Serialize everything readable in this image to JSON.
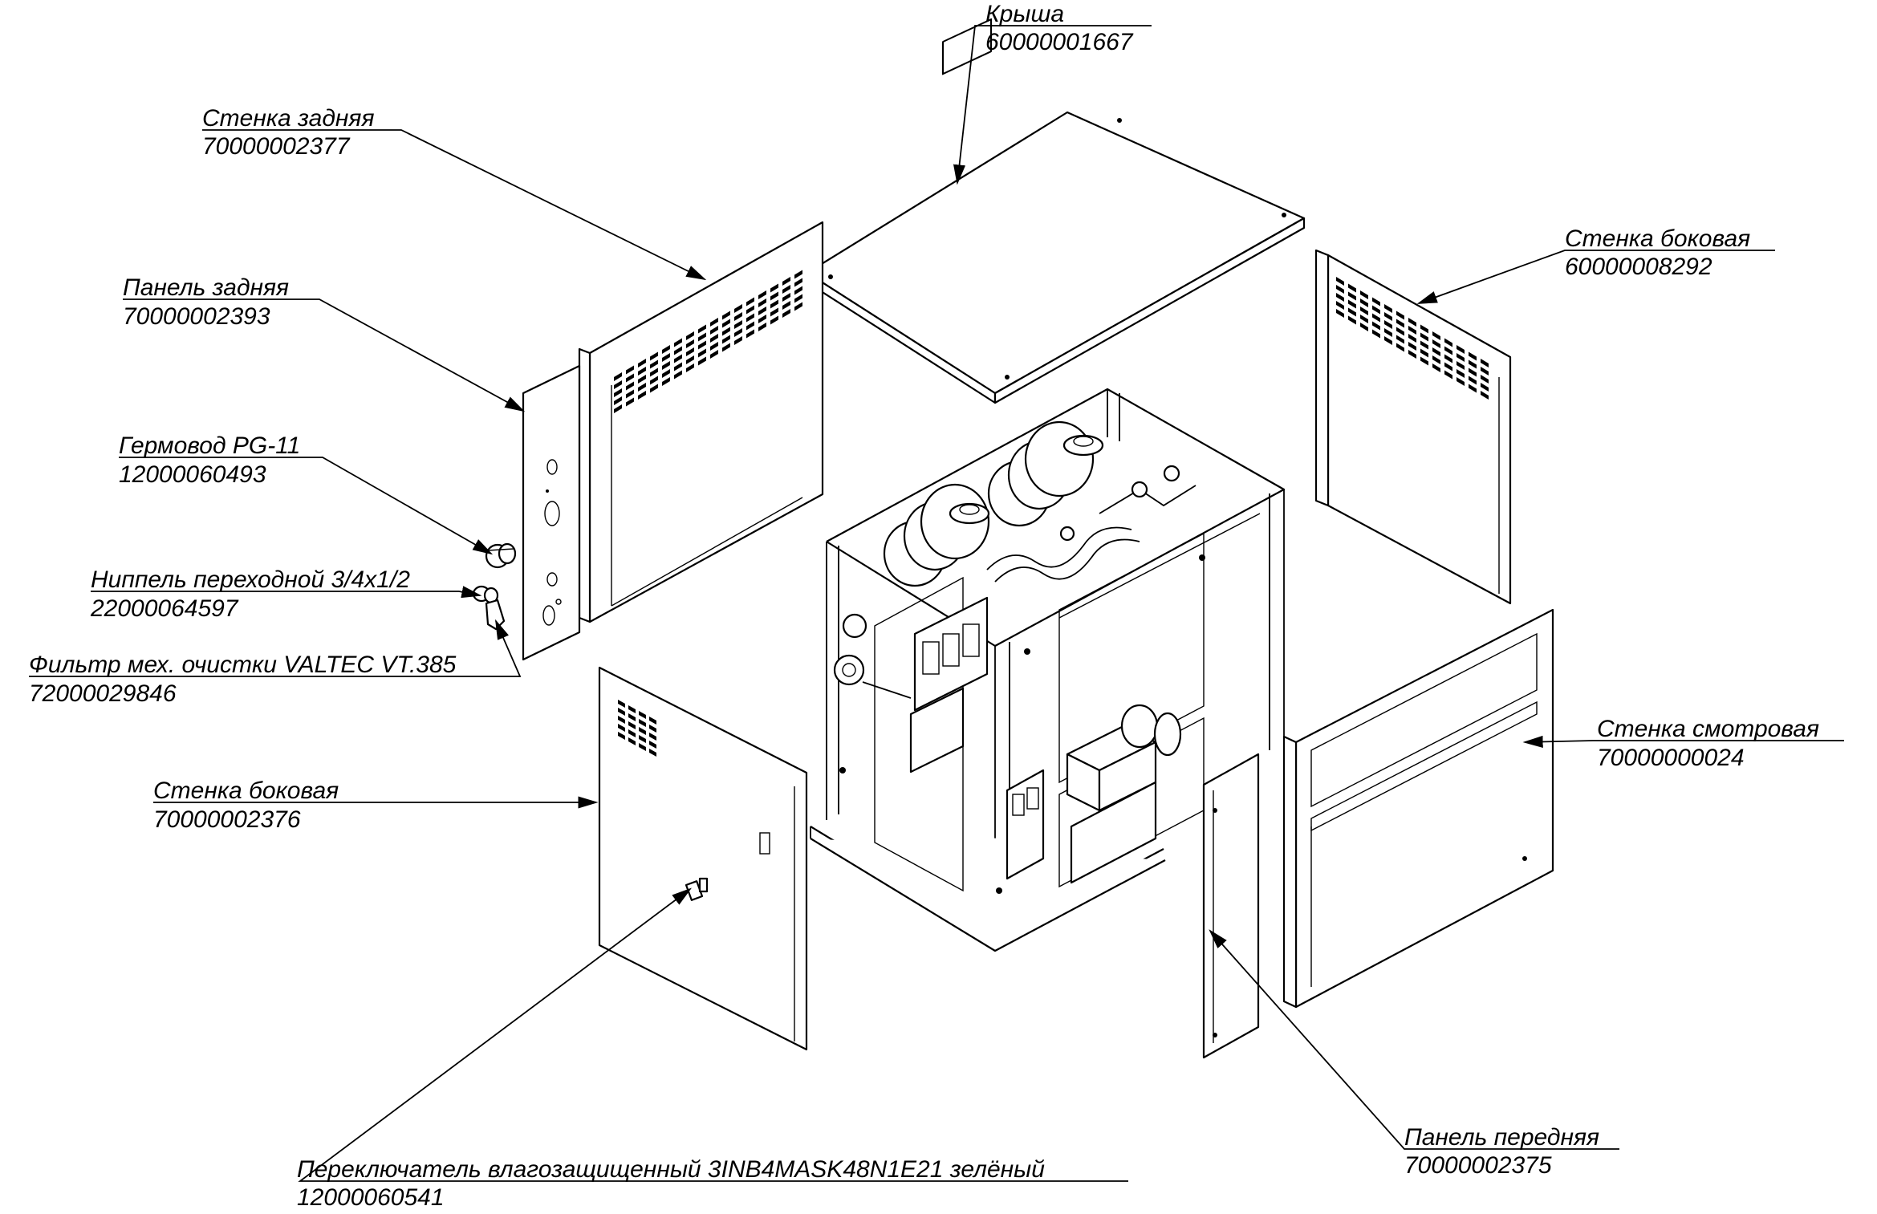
{
  "labels": [
    {
      "id": "roof",
      "name": "Крыша",
      "code": "60000001667"
    },
    {
      "id": "back-wall",
      "name": "Стенка задняя",
      "code": "70000002377"
    },
    {
      "id": "side-wall-right",
      "name": "Стенка боковая",
      "code": "60000008292"
    },
    {
      "id": "back-panel",
      "name": "Панель задняя",
      "code": "70000002393"
    },
    {
      "id": "cable-gland",
      "name": "Гермовод PG-11",
      "code": "12000060493"
    },
    {
      "id": "nipple",
      "name": "Ниппель переходной 3/4х1/2",
      "code": "22000064597"
    },
    {
      "id": "filter",
      "name": "Фильтр мех. очистки VALTEC VT.385",
      "code": "72000029846"
    },
    {
      "id": "view-wall",
      "name": "Стенка смотровая",
      "code": "70000000024"
    },
    {
      "id": "side-wall-left",
      "name": "Стенка боковая",
      "code": "70000002376"
    },
    {
      "id": "switch",
      "name": "Переключатель влагозащищенный 3INB4MASK48N1E21 зелёный",
      "code": "12000060541"
    },
    {
      "id": "front-panel",
      "name": "Панель передняя",
      "code": "70000002375"
    }
  ]
}
